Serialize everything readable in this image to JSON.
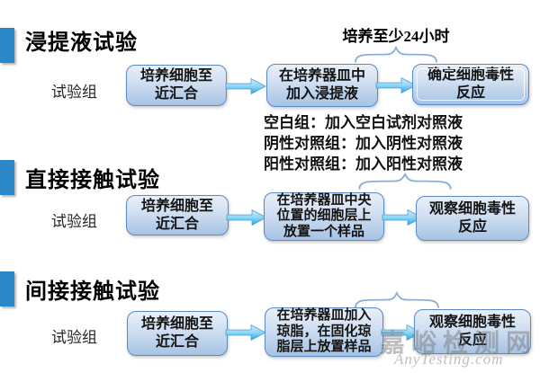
{
  "sections": [
    {
      "title": "浸提液试验",
      "group_label": "试验组",
      "box1": "培养细胞至\n近汇合",
      "box2": "在培养器皿中\n加入浸提液",
      "box3": "确定细胞毒性\n反应",
      "brace_label": "培养至少24小时",
      "notes": [
        "空白组：加入空白试剂对照液",
        "阴性对照组：加入阴性对照液",
        "阳性对照组：加入阳性对照液"
      ]
    },
    {
      "title": "直接接触试验",
      "group_label": "试验组",
      "box1": "培养细胞至\n近汇合",
      "box2": "在培养器皿中央\n位置的细胞层上\n放置一个样品",
      "box3": "观察细胞毒性\n反应"
    },
    {
      "title": "间接接触试验",
      "group_label": "试验组",
      "box1": "培养细胞至\n近汇合",
      "box2": "在培养器皿加入\n琼脂，在固化琼\n脂层上放置样品",
      "box3": "观察细胞毒性\n反应"
    }
  ],
  "watermark": {
    "cn": "嘉峪检测网",
    "en": "AnyTesting.com"
  },
  "colors": {
    "accent_blue": "#2b87c8",
    "box_border": "#5a8ac2",
    "box_fill_top": "#e8f0f9",
    "box_fill_bottom": "#a6c3e4",
    "arrow_blue": "#29a3dc",
    "brace_stroke": "#8aafd6"
  }
}
